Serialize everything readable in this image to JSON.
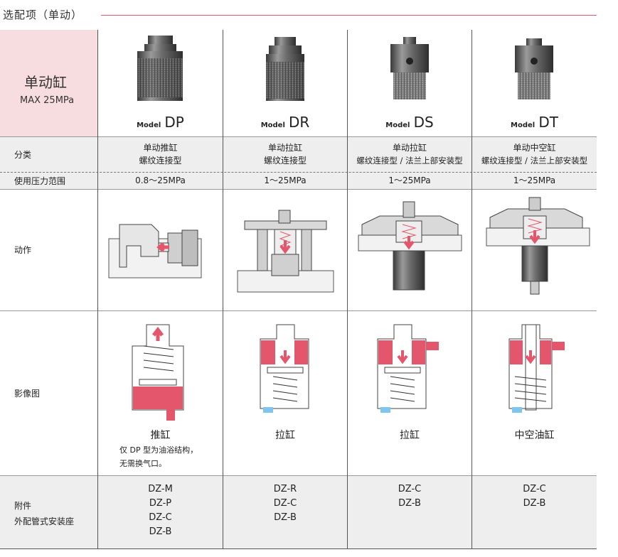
{
  "section_title": "选配项（单动）",
  "header": {
    "title": "单动缸",
    "pressure": "MAX 25MPa",
    "models": [
      {
        "prefix": "Model",
        "code": "DP"
      },
      {
        "prefix": "Model",
        "code": "DR"
      },
      {
        "prefix": "Model",
        "code": "DS"
      },
      {
        "prefix": "Model",
        "code": "DT"
      }
    ]
  },
  "rows": {
    "category": {
      "label": "分类",
      "values": [
        [
          "单动推缸",
          "螺纹连接型"
        ],
        [
          "单动拉缸",
          "螺纹连接型"
        ],
        [
          "单动拉缸",
          "螺纹连接型 / 法兰上部安装型"
        ],
        [
          "单动中空缸",
          "螺纹连接型 / 法兰上部安装型"
        ]
      ]
    },
    "pressure_range": {
      "label": "使用压力范围",
      "values": [
        "0.8～25MPa",
        "1～25MPa",
        "1～25MPa",
        "1～25MPa"
      ]
    },
    "action": {
      "label": "动作"
    },
    "diagram": {
      "label": "影像图",
      "captions": [
        "推缸",
        "拉缸",
        "拉缸",
        "中空油缸"
      ],
      "note_line1": "仅 DP 型为油浴结构，",
      "note_line2": "无需换气口。"
    },
    "accessories": {
      "label_line1": "附件",
      "label_line2": "外配管式安装座",
      "values": [
        [
          "DZ-M",
          "DZ-P",
          "DZ-C",
          "DZ-B"
        ],
        [
          "DZ-R",
          "DZ-C",
          "DZ-B"
        ],
        [
          "DZ-C",
          "DZ-B"
        ],
        [
          "DZ-C",
          "DZ-B"
        ]
      ]
    }
  },
  "colors": {
    "accent": "#e4566b",
    "header_bg": "#f8dde0",
    "row_bg": "#eeeeee"
  }
}
